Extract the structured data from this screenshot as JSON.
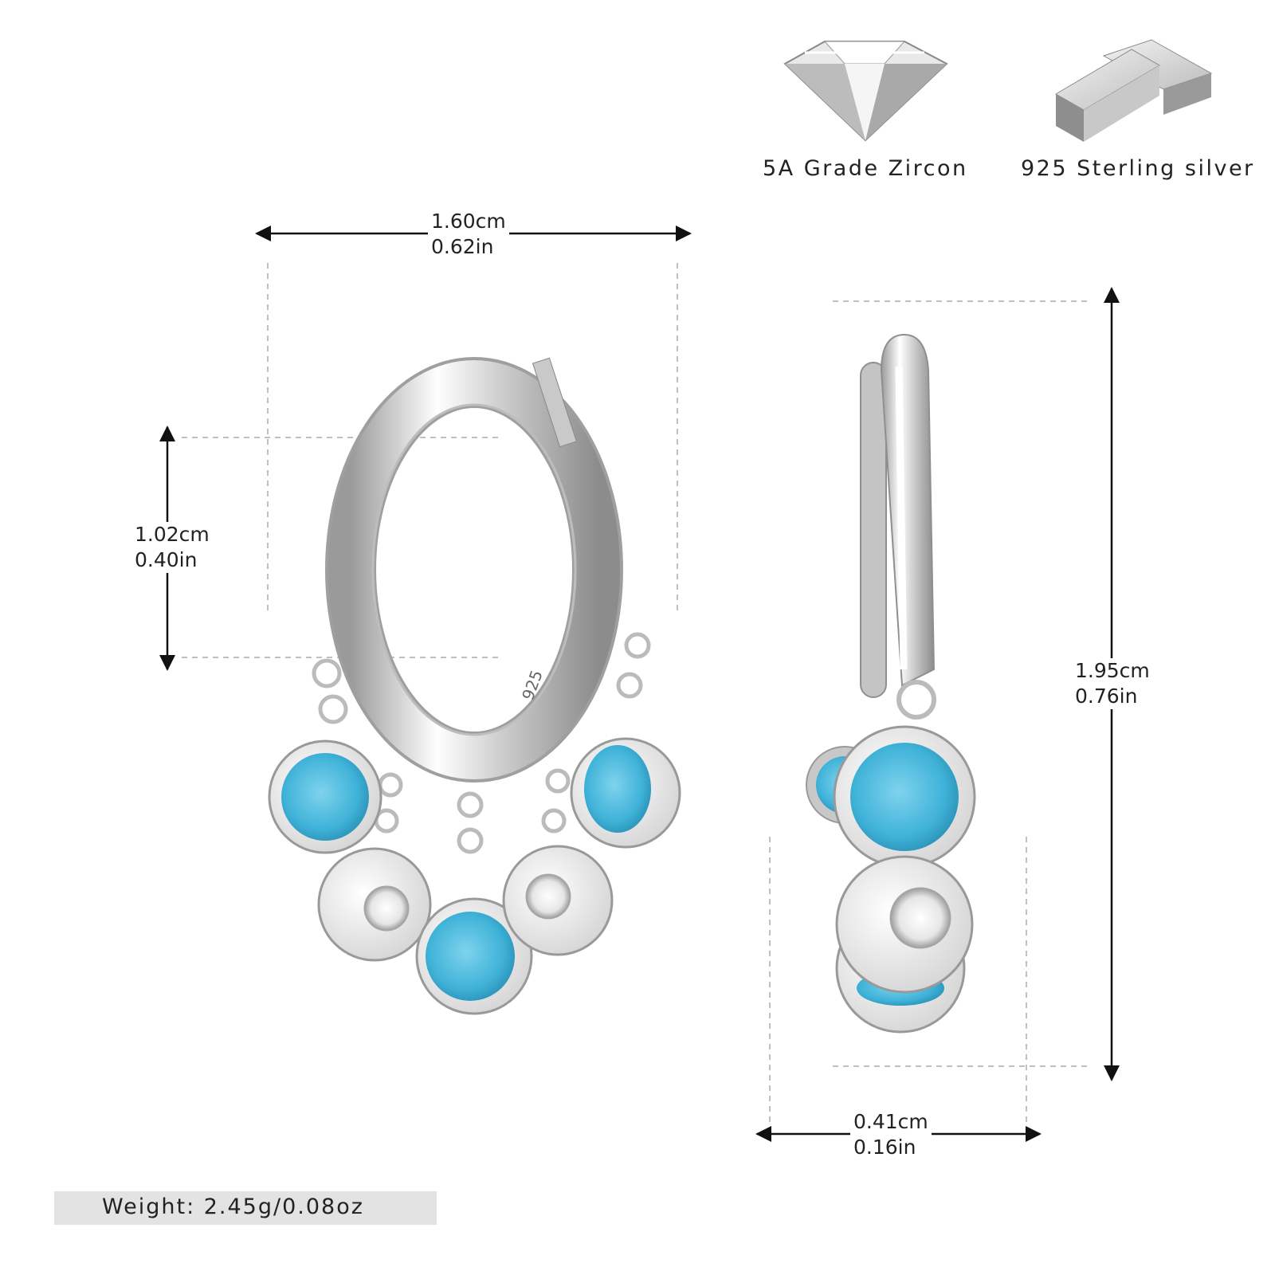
{
  "materials": [
    {
      "icon": "zircon-gem-icon",
      "label": "5A Grade Zircon"
    },
    {
      "icon": "silver-bar-icon",
      "label": "925 Sterling silver"
    }
  ],
  "dimensions": {
    "hoop_width": {
      "cm": "1.60cm",
      "in": "0.62in"
    },
    "inner_height": {
      "cm": "1.02cm",
      "in": "0.40in"
    },
    "total_length": {
      "cm": "1.95cm",
      "in": "0.76in"
    },
    "thickness": {
      "cm": "0.41cm",
      "in": "0.16in"
    }
  },
  "stamp": "925",
  "weight": "Weight:  2.45g/0.08oz",
  "colors": {
    "turquoise": "#3fb2d8",
    "silver": "#d9d9d9",
    "dash": "#aaaaaa",
    "weight_bg": "#e3e3e3"
  }
}
